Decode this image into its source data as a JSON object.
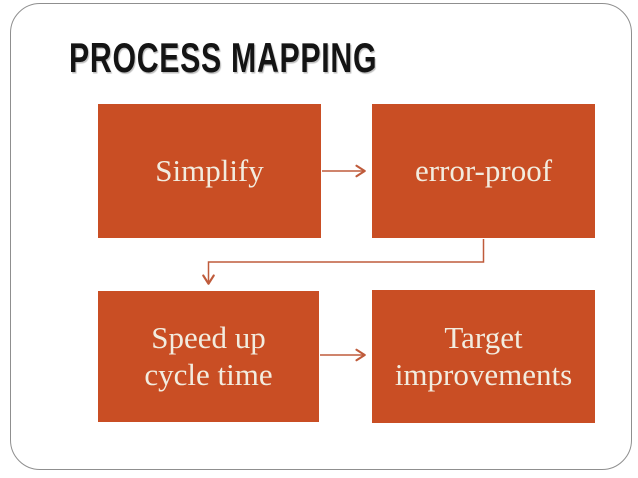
{
  "slide": {
    "title": "PROCESS MAPPING"
  },
  "diagram": {
    "type": "flowchart",
    "nodes": [
      {
        "id": "simplify",
        "label": "Simplify"
      },
      {
        "id": "error-proof",
        "label": "error-proof"
      },
      {
        "id": "speed-up-cycle-time",
        "label": "Speed up\ncycle time"
      },
      {
        "id": "target-improvements",
        "label": "Target\nimprovements"
      }
    ],
    "edges": [
      {
        "from": "simplify",
        "to": "error-proof",
        "shape": "straight-right-arrow"
      },
      {
        "from": "error-proof",
        "to": "speed-up-cycle-time",
        "shape": "elbow-down-left-down-arrow"
      },
      {
        "from": "speed-up-cycle-time",
        "to": "target-improvements",
        "shape": "straight-right-arrow"
      }
    ]
  },
  "colors": {
    "box_fill": "#C94E24",
    "box_text": "#F2ECDF",
    "arrow": "#BF5B3B",
    "title_text": "#141414",
    "slide_border": "#8F8F8F",
    "background": "#FFFFFF"
  }
}
